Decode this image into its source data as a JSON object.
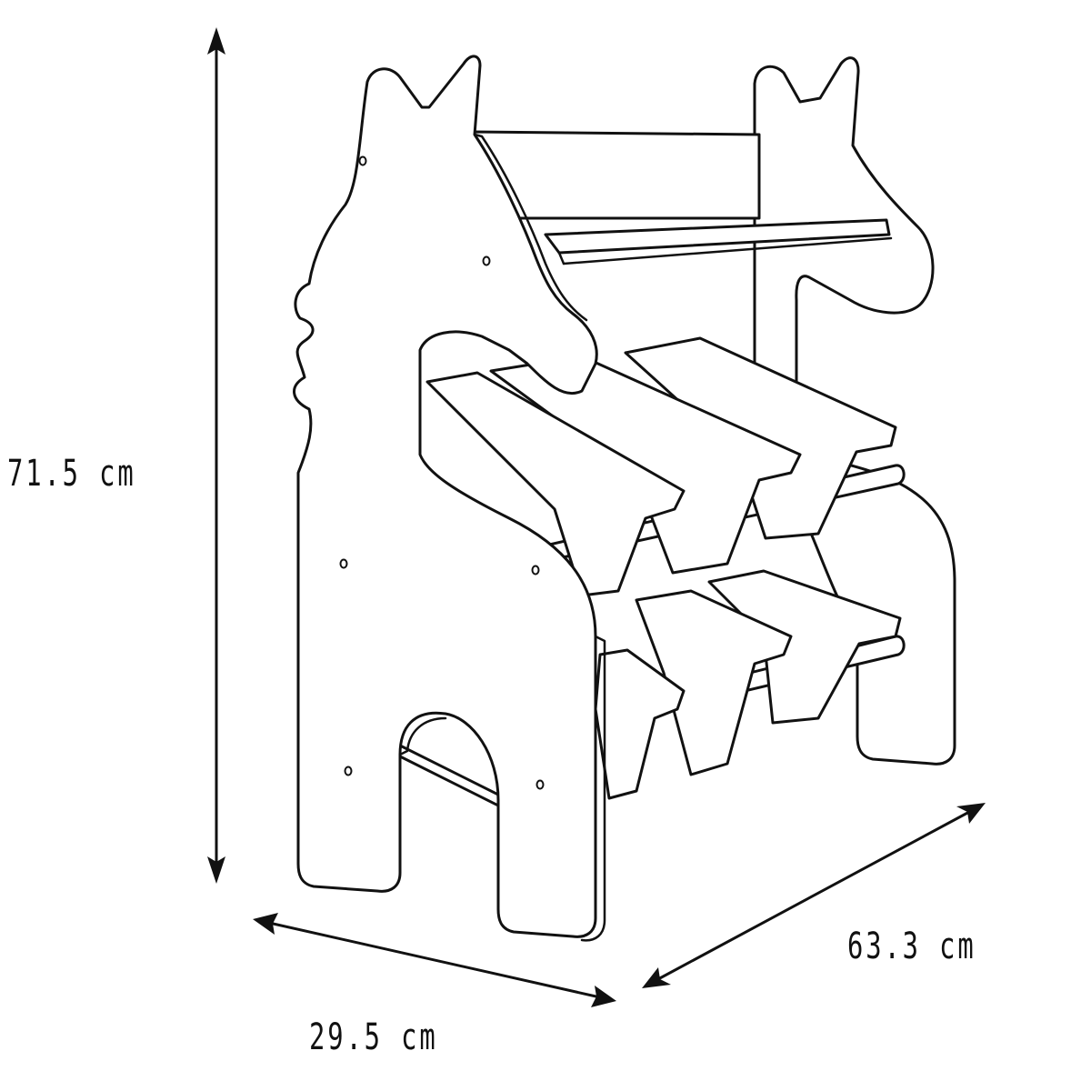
{
  "figure": {
    "subject": "Horse-shaped toy storage organizer with top shelf and six bins",
    "style": "black line drawing on white background",
    "colors": {
      "background": "#ffffff",
      "line": "#111111"
    }
  },
  "dimensions": {
    "height": {
      "label": "71.5 cm",
      "value": 71.5,
      "unit": "cm"
    },
    "width": {
      "label": "63.3 cm",
      "value": 63.3,
      "unit": "cm"
    },
    "depth": {
      "label": "29.5 cm",
      "value": 29.5,
      "unit": "cm"
    }
  },
  "components": {
    "side_panels": 2,
    "top_shelf": 1,
    "bins": 6,
    "bin_rows": 2,
    "bins_per_row": 3
  }
}
